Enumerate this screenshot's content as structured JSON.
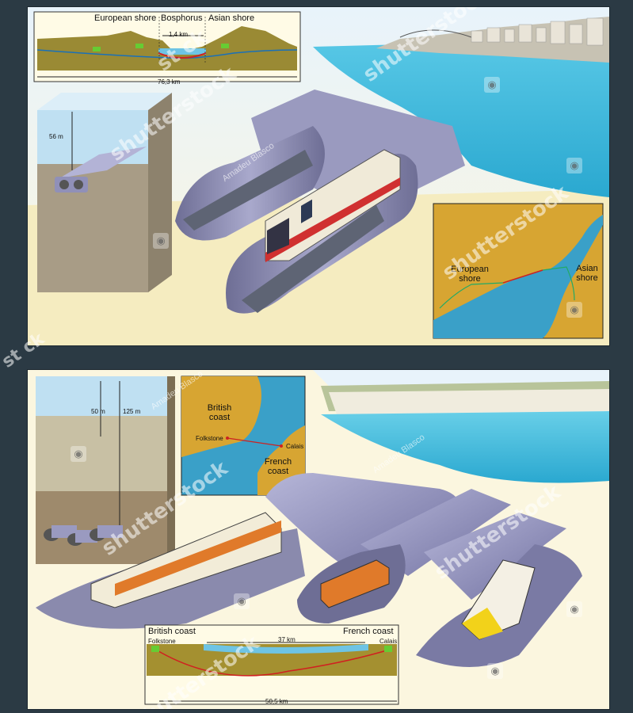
{
  "bosphorus": {
    "profile": {
      "european_shore": "European shore",
      "bosphorus": "Bosphorus",
      "asian_shore": "Asian shore",
      "crossing_length": "1,4 km",
      "total_length": "76,3 km"
    },
    "depth_block": {
      "depth": "56 m"
    },
    "map": {
      "european_shore": "European shore",
      "asian_shore": "Asian shore"
    }
  },
  "channel": {
    "depth_block": {
      "depth_water": "50 m",
      "depth_total": "125 m"
    },
    "map": {
      "british_coast": "British coast",
      "french_coast": "French coast",
      "folkstone": "Folkstone",
      "calais": "Calais"
    },
    "profile": {
      "british_coast": "British coast",
      "french_coast": "French coast",
      "folkstone": "Folkstone",
      "calais": "Calais",
      "undersea_length": "37 km",
      "total_length": "50,5 km"
    }
  },
  "watermark": {
    "brand": "shutterstock",
    "credit": "Amadeu Blasco",
    "partial": "st ck",
    "icon": "camera-icon"
  },
  "colors": {
    "background": "#2b3a44",
    "panel": "#f6f0d2",
    "sea": "#2fb6d8",
    "land": "#d7a532",
    "tunnel": "#8c8cb4",
    "ground": "#a89c86"
  }
}
